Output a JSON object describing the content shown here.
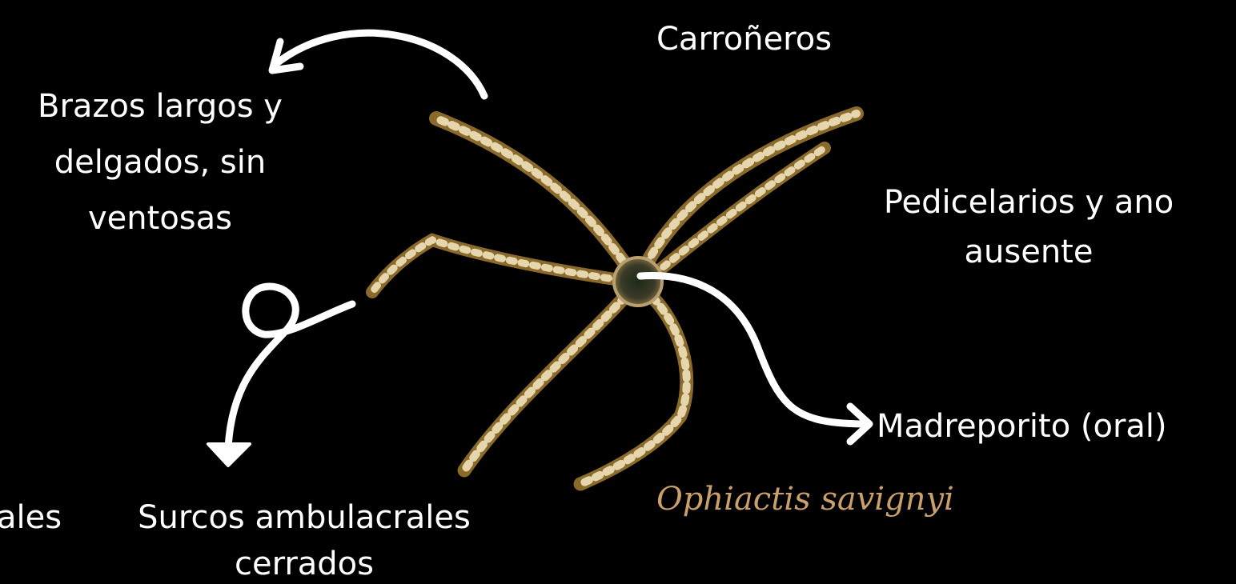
{
  "labels": {
    "scavengers": "Carroñeros",
    "arms_line1": "Brazos largos y",
    "arms_line2": "delgados,  sin",
    "arms_line3": "ventosas",
    "pedicel_line1": "Pedicelarios y ano",
    "pedicel_line2": "ausente",
    "madreporite": "Madreporito (oral)",
    "left_partial": "ales",
    "grooves_line1": "Surcos ambulacrales",
    "grooves_line2": "cerrados"
  },
  "species_name": "Ophiactis savignyi",
  "colors": {
    "background": "#000000",
    "text": "#ffffff",
    "species": "#c9a06a",
    "arm_light": "#e8d8b0",
    "arm_band": "#a8843a"
  }
}
